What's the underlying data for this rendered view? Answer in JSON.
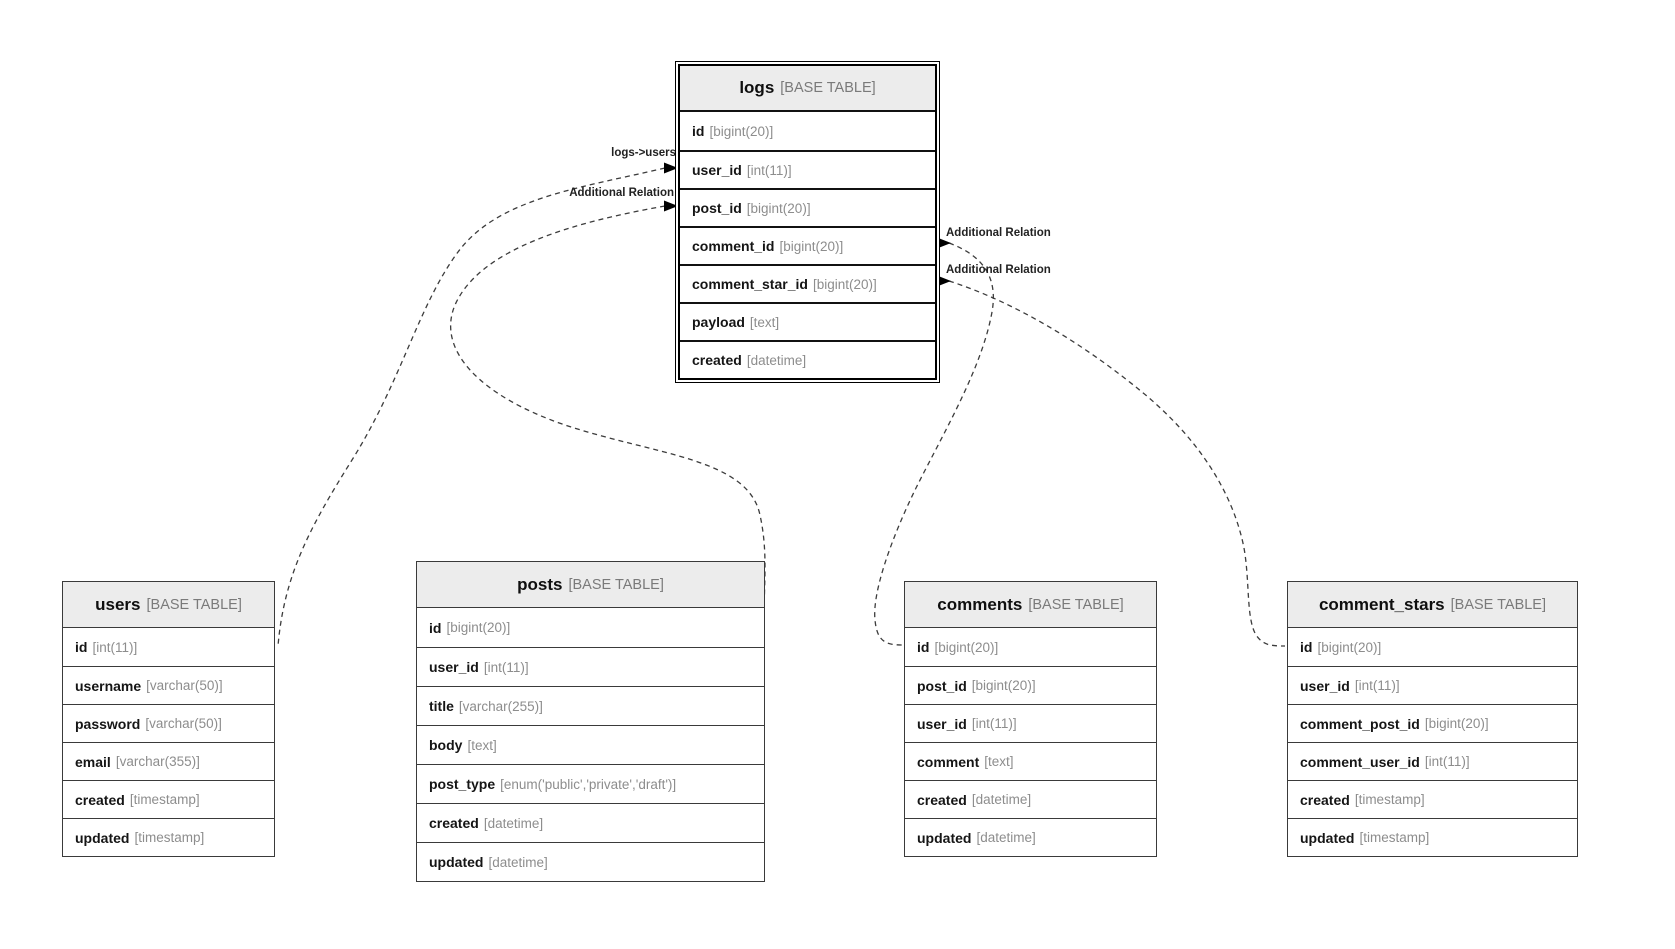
{
  "diagram": {
    "badge": "[BASE TABLE]",
    "colors": {
      "header_bg": "#ececec",
      "table_border": "#3a3a3a",
      "type_text": "#8d8d8d",
      "relation_line": "#3c3c3c"
    },
    "tables": [
      {
        "name": "logs",
        "badge": "[BASE TABLE]",
        "fields": [
          {
            "name": "id",
            "type": "[bigint(20)]"
          },
          {
            "name": "user_id",
            "type": "[int(11)]"
          },
          {
            "name": "post_id",
            "type": "[bigint(20)]"
          },
          {
            "name": "comment_id",
            "type": "[bigint(20)]"
          },
          {
            "name": "comment_star_id",
            "type": "[bigint(20)]"
          },
          {
            "name": "payload",
            "type": "[text]"
          },
          {
            "name": "created",
            "type": "[datetime]"
          }
        ]
      },
      {
        "name": "users",
        "badge": "[BASE TABLE]",
        "fields": [
          {
            "name": "id",
            "type": "[int(11)]"
          },
          {
            "name": "username",
            "type": "[varchar(50)]"
          },
          {
            "name": "password",
            "type": "[varchar(50)]"
          },
          {
            "name": "email",
            "type": "[varchar(355)]"
          },
          {
            "name": "created",
            "type": "[timestamp]"
          },
          {
            "name": "updated",
            "type": "[timestamp]"
          }
        ]
      },
      {
        "name": "posts",
        "badge": "[BASE TABLE]",
        "fields": [
          {
            "name": "id",
            "type": "[bigint(20)]"
          },
          {
            "name": "user_id",
            "type": "[int(11)]"
          },
          {
            "name": "title",
            "type": "[varchar(255)]"
          },
          {
            "name": "body",
            "type": "[text]"
          },
          {
            "name": "post_type",
            "type": "[enum('public','private','draft')]"
          },
          {
            "name": "created",
            "type": "[datetime]"
          },
          {
            "name": "updated",
            "type": "[datetime]"
          }
        ]
      },
      {
        "name": "comments",
        "badge": "[BASE TABLE]",
        "fields": [
          {
            "name": "id",
            "type": "[bigint(20)]"
          },
          {
            "name": "post_id",
            "type": "[bigint(20)]"
          },
          {
            "name": "user_id",
            "type": "[int(11)]"
          },
          {
            "name": "comment",
            "type": "[text]"
          },
          {
            "name": "created",
            "type": "[datetime]"
          },
          {
            "name": "updated",
            "type": "[datetime]"
          }
        ]
      },
      {
        "name": "comment_stars",
        "badge": "[BASE TABLE]",
        "fields": [
          {
            "name": "id",
            "type": "[bigint(20)]"
          },
          {
            "name": "user_id",
            "type": "[int(11)]"
          },
          {
            "name": "comment_post_id",
            "type": "[bigint(20)]"
          },
          {
            "name": "comment_user_id",
            "type": "[int(11)]"
          },
          {
            "name": "created",
            "type": "[timestamp]"
          },
          {
            "name": "updated",
            "type": "[timestamp]"
          }
        ]
      }
    ],
    "relations": [
      {
        "label": "logs->users",
        "from": "logs.user_id",
        "to": "users.id"
      },
      {
        "label": "Additional Relation",
        "from": "logs.post_id",
        "to": "posts.id"
      },
      {
        "label": "Additional Relation",
        "from": "logs.comment_id",
        "to": "comments.id"
      },
      {
        "label": "Additional Relation",
        "from": "logs.comment_star_id",
        "to": "comment_stars.id"
      }
    ]
  }
}
